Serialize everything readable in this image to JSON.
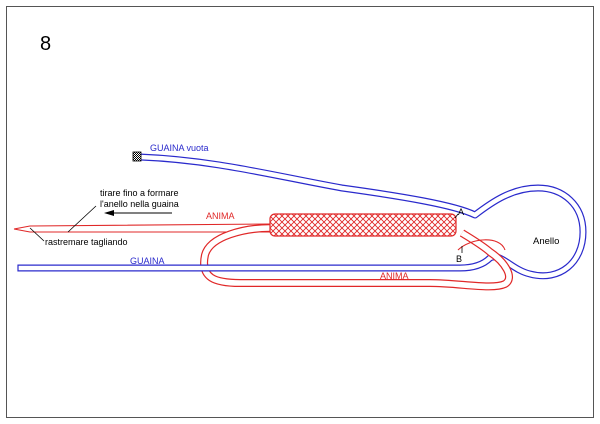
{
  "step_number": "8",
  "labels": {
    "guaina_vuota": "GUAINA vuota",
    "anima_top": "ANIMA",
    "anima_bottom": "ANIMA",
    "guaina": "GUAINA",
    "anello": "Anello",
    "point_a": "A",
    "point_b": "B",
    "instruction_line1": "tirare fino a formare",
    "instruction_line2": "l'anello nella guaina",
    "rastremare": "rastremare tagliando"
  },
  "colors": {
    "guaina": "#2a2acc",
    "anima": "#e02828",
    "ink": "#000000",
    "frame": "#555555"
  }
}
